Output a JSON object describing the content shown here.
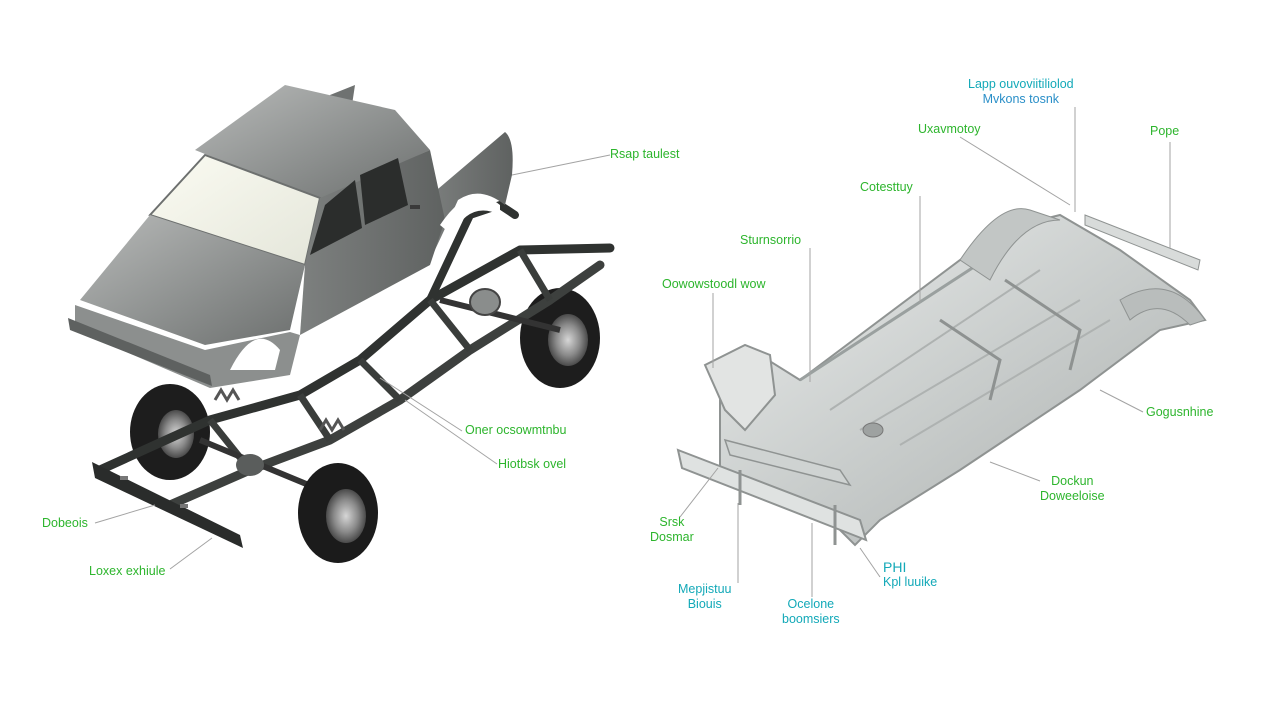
{
  "colors": {
    "label_green": "#2db52d",
    "label_teal": "#13a9b8",
    "leader": "#9a9a9a",
    "frame": "#3c3f3d",
    "body_gray": "#8d8f8e",
    "tire": "#1f1f1f",
    "unibody": "#cfd3d2"
  },
  "left": {
    "labels": {
      "rear_tailgate": "Rsap taulest",
      "over_crossmember": "Oner ocsowmtnbu",
      "hitch_over": "Hiotbsk ovel",
      "bolster": "Dobeois",
      "lower_exhaust": "Loxex exhiule"
    }
  },
  "right": {
    "labels": {
      "lapp_top": "Lapp ouvoviitiliolod",
      "lapp_bottom": "Mvkons tosnk",
      "uxavmotoy": "Uxavmotoy",
      "pope": "Pope",
      "cotestuy": "Cotesttuy",
      "sturnsorrio": "Sturnsorrio",
      "outwoodwrow": "Oowowstoodl wow",
      "gogusnhine": "Gogusnhine",
      "dockun_top": "Dockun",
      "dockun_bottom": "Doweeloise",
      "srsk_top": "Srsk",
      "srsk_bottom": "Dosmar",
      "phi_top": "PHI",
      "phi_bottom": "Kpl luuike",
      "mepistuu_top": "Mepjistuu",
      "mepistuu_bottom": "Biouis",
      "ocelone_top": "Ocelone",
      "ocelone_bottom": "boomsiers"
    }
  }
}
